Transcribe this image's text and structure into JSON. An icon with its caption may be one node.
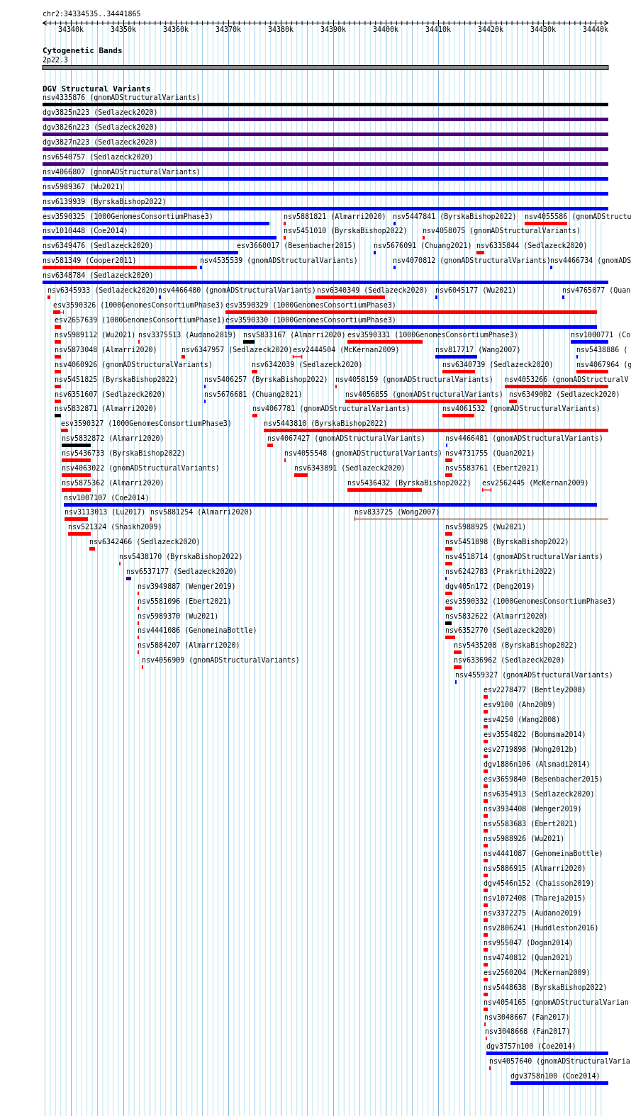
{
  "diagram": {
    "labels": [
      "chr2:34334535..34441865",
      "34340k",
      "34350k",
      "34360k",
      "34370k",
      "34380k",
      "34390k",
      "34400k",
      "34410k",
      "34420k",
      "34430k",
      "34440k",
      "Cytogenetic Bands",
      "2p22.3",
      "DGV Structural Variants",
      "nsv4335876 (gnomADStructuralVariants)",
      "dgv3825n223 (Sedlazeck2020)",
      "dgv3826n223 (Sedlazeck2020)",
      "dgv3827n223 (Sedlazeck2020)",
      "nsv6540757 (Sedlazeck2020)",
      "nsv4066807 (gnomADStructuralVariants)",
      "nsv5989367 (Wu2021)",
      "nsv6139939 (ByrskaBishop2022)",
      "esv3590325 (1000GenomesConsortiumPhase3)",
      "nsv5881821 (Almarri2020)",
      "nsv5447841 (ByrskaBishop2022)",
      "nsv4055586 (gnomADStructu",
      "nsv1010448 (Coe2014)",
      "nsv5451010 (ByrskaBishop2022)",
      "nsv4058075 (gnomADStructuralVariants)",
      "nsv6349476 (Sedlazeck2020)",
      "esv3660017 (Besenbacher2015)",
      "nsv5676091 (Chuang2021)",
      "nsv6335844 (Sedlazeck2020)",
      "nsv581349 (Cooper2011)",
      "nsv4535539 (gnomADStructuralVariants)",
      "nsv4070812 (gnomADStructuralVariants)",
      "nsv4466734 (gnomADS",
      "nsv6348784 (Sedlazeck2020)",
      "nsv6345933 (Sedlazeck2020)",
      "nsv4466480 (gnomADStructuralVariants)",
      "nsv6340349 (Sedlazeck2020)",
      "nsv6045177 (Wu2021)",
      "nsv4765077 (Quan",
      "esv3590326 (1000GenomesConsortiumPhase3)",
      "esv3590329 (1000GenomesConsortiumPhase3)",
      "esv2657639 (1000GenomesConsortiumPhase1)",
      "esv3590330 (1000GenomesConsortiumPhase3)",
      "nsv5989112 (Wu2021)",
      "nsv3375513 (Audano2019)",
      "nsv5833167 (Almarri2020)",
      "esv3590331 (1000GenomesConsortiumPhase3)",
      "nsv1000771 (Co",
      "nsv5873048 (Almarri2020)",
      "nsv6347957 (Sedlazeck2020)",
      "esv2444504 (McKernan2009)",
      "nsv817717 (Wang2007)",
      "nsv5438886 (",
      "nsv4060926 (gnomADStructuralVariants)",
      "nsv6342039 (Sedlazeck2020)",
      "nsv6340739 (Sedlazeck2020)",
      "nsv4067964 (g",
      "nsv5451825 (ByrskaBishop2022)",
      "nsv5406257 (ByrskaBishop2022)",
      "nsv4058159 (gnomADStructuralVariants)",
      "nsv4053266 (gnomADStructuralV",
      "nsv6351607 (Sedlazeck2020)",
      "nsv5676681 (Chuang2021)",
      "nsv4056855 (gnomADStructuralVariants)",
      "nsv6349002 (Sedlazeck2020)",
      "nsv5832871 (Almarri2020)",
      "nsv4067781 (gnomADStructuralVariants)",
      "nsv4061532 (gnomADStructuralVariants)",
      "esv3590327 (1000GenomesConsortiumPhase3)",
      "nsv5443810 (ByrskaBishop2022)",
      "nsv5832872 (Almarri2020)",
      "nsv4067427 (gnomADStructuralVariants)",
      "nsv4466481 (gnomADStructuralVariants)",
      "nsv5436733 (ByrskaBishop2022)",
      "nsv4055548 (gnomADStructuralVariants)",
      "nsv4731755 (Quan2021)",
      "nsv4063022 (gnomADStructuralVariants)",
      "nsv6343891 (Sedlazeck2020)",
      "nsv5583761 (Ebert2021)",
      "nsv5875362 (Almarri2020)",
      "nsv5436432 (ByrskaBishop2022)",
      "esv2562445 (McKernan2009)",
      "nsv1007107 (Coe2014)",
      "nsv3113013 (Lu2017)",
      "nsv5881254 (Almarri2020)",
      "nsv833725 (Wong2007)",
      "nsv521324 (Shaikh2009)",
      "nsv5988925 (Wu2021)",
      "nsv6342466 (Sedlazeck2020)",
      "nsv5451898 (ByrskaBishop2022)",
      "nsv5438170 (ByrskaBishop2022)",
      "nsv4518714 (gnomADStructuralVariants)",
      "nsv6537177 (Sedlazeck2020)",
      "nsv6242783 (Prakrithi2022)",
      "nsv3949887 (Wenger2019)",
      "dgv405n172 (Deng2019)",
      "nsv5581096 (Ebert2021)",
      "esv3590332 (1000GenomesConsortiumPhase3)",
      "nsv5989370 (Wu2021)",
      "nsv5832622 (Almarri2020)",
      "nsv4441086 (GenomeinaBottle)",
      "nsv6352770 (Sedlazeck2020)",
      "nsv5884207 (Almarri2020)",
      "nsv5435208 (ByrskaBishop2022)",
      "nsv4056909 (gnomADStructuralVariants)",
      "nsv6336962 (Sedlazeck2020)",
      "nsv4559327 (gnomADStructuralVariants)",
      "esv2278477 (Bentley2008)",
      "esv9100 (Ahn2009)",
      "esv4250 (Wang2008)",
      "esv3554822 (Boomsma2014)",
      "esv2719898 (Wong2012b)",
      "dgv1886n106 (Alsmadi2014)",
      "esv3659840 (Besenbacher2015)",
      "nsv6354913 (Sedlazeck2020)",
      "nsv3934408 (Wenger2019)",
      "nsv5583683 (Ebert2021)",
      "nsv5988926 (Wu2021)",
      "nsv4441087 (GenomeinaBottle)",
      "nsv5886915 (Almarri2020)",
      "dgv4546n152 (Chaisson2019)",
      "nsv1072408 (Thareja2015)",
      "nsv3372275 (Audano2019)",
      "nsv2806241 (Huddleston2016)",
      "nsv955047 (Dogan2014)",
      "nsv4740812 (Quan2021)",
      "esv2560204 (McKernan2009)",
      "nsv5448638 (ByrskaBishop2022)",
      "nsv4054165 (gnomADStructuralVarian",
      "nsv3048667 (Fan2017)",
      "nsv3048668 (Fan2017)",
      "dgv3757n100 (Coe2014)",
      "nsv4057640 (gnomADStructuralVaria",
      "dgv3758n100 (Coe2014)"
    ]
  }
}
